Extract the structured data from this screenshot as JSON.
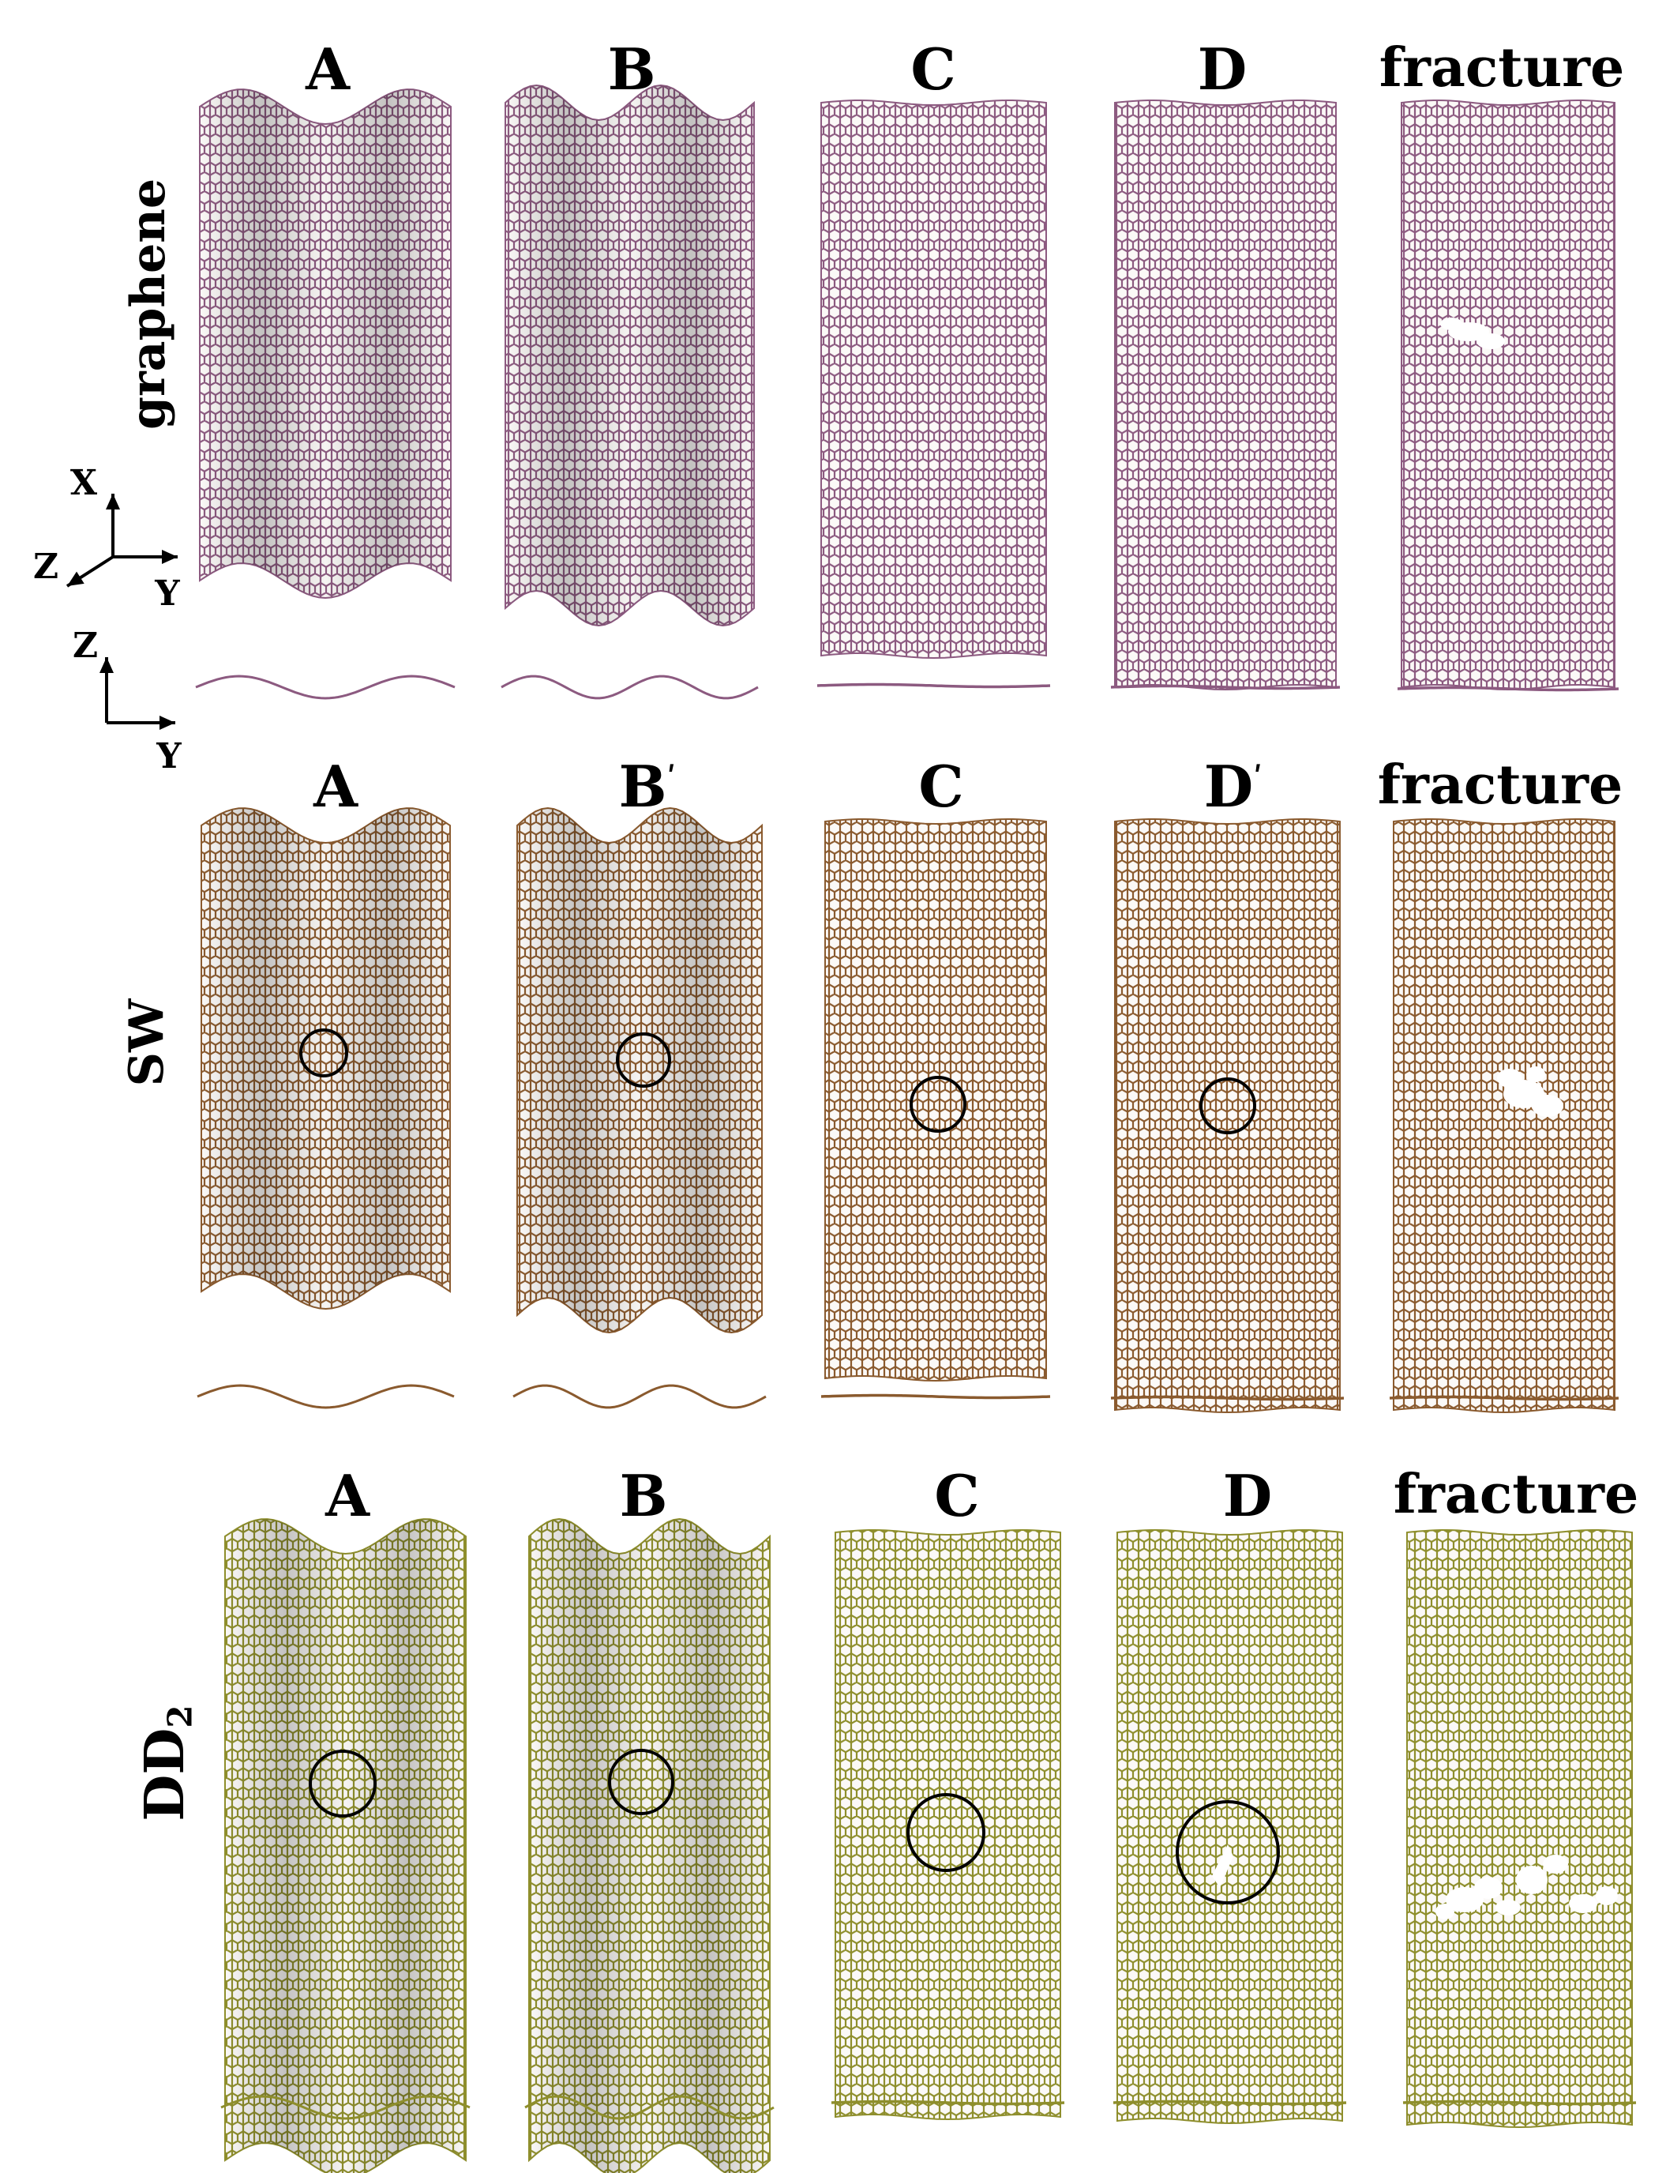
{
  "rows": [
    {
      "label": "graphene",
      "color": "#8c5a80",
      "panels": [
        {
          "letter": "A",
          "prime": false,
          "wave": true
        },
        {
          "letter": "B",
          "prime": false,
          "wave": true
        },
        {
          "letter": "C",
          "prime": false,
          "wave": false
        },
        {
          "letter": "D",
          "prime": false,
          "wave": false
        },
        {
          "letter": "fracture",
          "prime": false,
          "wave": false
        }
      ]
    },
    {
      "label": "SW",
      "color": "#8a5a2e",
      "panels": [
        {
          "letter": "A",
          "prime": false,
          "wave": true
        },
        {
          "letter": "B",
          "prime": true,
          "wave": true
        },
        {
          "letter": "C",
          "prime": false,
          "wave": false
        },
        {
          "letter": "D",
          "prime": true,
          "wave": false
        },
        {
          "letter": "fracture",
          "prime": false,
          "wave": false
        }
      ]
    },
    {
      "label": "DD",
      "label_subscript": "2",
      "color": "#8e8e2c",
      "panels": [
        {
          "letter": "A",
          "prime": false,
          "wave": true
        },
        {
          "letter": "B",
          "prime": false,
          "wave": true
        },
        {
          "letter": "C",
          "prime": false,
          "wave": false
        },
        {
          "letter": "D",
          "prime": false,
          "wave": false
        },
        {
          "letter": "fracture",
          "prime": false,
          "wave": false
        }
      ]
    }
  ],
  "axes": {
    "triad": {
      "up": "X",
      "right": "Y",
      "out": "Z"
    },
    "side": {
      "up": "Z",
      "right": "Y"
    }
  }
}
